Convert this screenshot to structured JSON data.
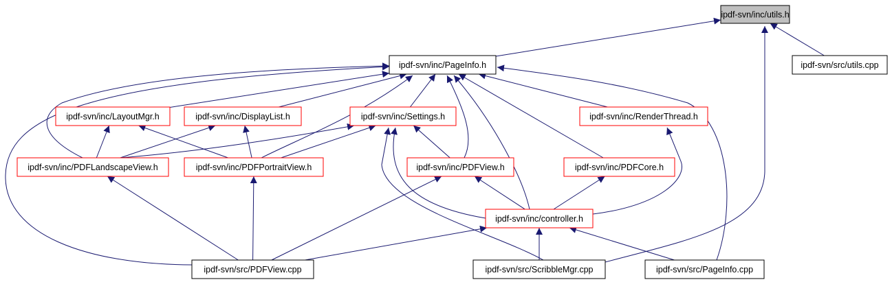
{
  "colors": {
    "edge": "#191970",
    "border_normal": "#000000",
    "border_linked": "#ff0000",
    "fill_focus": "#bfbfbf",
    "fill_normal": "#ffffff"
  },
  "nodes": [
    {
      "id": "utils_h",
      "label": "ipdf-svn/inc/utils.h",
      "style": "focus"
    },
    {
      "id": "src_utils_cpp",
      "label": "ipdf-svn/src/utils.cpp",
      "style": "normal"
    },
    {
      "id": "pageinfo_h",
      "label": "ipdf-svn/inc/PageInfo.h",
      "style": "normal"
    },
    {
      "id": "layoutmgr_h",
      "label": "ipdf-svn/inc/LayoutMgr.h",
      "style": "linked"
    },
    {
      "id": "displaylist_h",
      "label": "ipdf-svn/inc/DisplayList.h",
      "style": "linked"
    },
    {
      "id": "settings_h",
      "label": "ipdf-svn/inc/Settings.h",
      "style": "linked"
    },
    {
      "id": "renderthread_h",
      "label": "ipdf-svn/inc/RenderThread.h",
      "style": "linked"
    },
    {
      "id": "pdflandscapeview_h",
      "label": "ipdf-svn/inc/PDFLandscapeView.h",
      "style": "linked"
    },
    {
      "id": "pdfportraitview_h",
      "label": "ipdf-svn/inc/PDFPortraitView.h",
      "style": "linked"
    },
    {
      "id": "pdfview_h",
      "label": "ipdf-svn/inc/PDFView.h",
      "style": "linked"
    },
    {
      "id": "pdfcore_h",
      "label": "ipdf-svn/inc/PDFCore.h",
      "style": "linked"
    },
    {
      "id": "controller_h",
      "label": "ipdf-svn/inc/controller.h",
      "style": "linked"
    },
    {
      "id": "src_pdfview_cpp",
      "label": "ipdf-svn/src/PDFView.cpp",
      "style": "normal"
    },
    {
      "id": "src_scribblemgr_cpp",
      "label": "ipdf-svn/src/ScribbleMgr.cpp",
      "style": "normal"
    },
    {
      "id": "src_pageinfo_cpp",
      "label": "ipdf-svn/src/PageInfo.cpp",
      "style": "normal"
    }
  ],
  "edges": [
    {
      "from": "src_utils_cpp",
      "to": "utils_h"
    },
    {
      "from": "pageinfo_h",
      "to": "utils_h"
    },
    {
      "from": "src_scribblemgr_cpp",
      "to": "utils_h"
    },
    {
      "from": "layoutmgr_h",
      "to": "pageinfo_h"
    },
    {
      "from": "displaylist_h",
      "to": "pageinfo_h"
    },
    {
      "from": "settings_h",
      "to": "pageinfo_h"
    },
    {
      "from": "renderthread_h",
      "to": "pageinfo_h"
    },
    {
      "from": "pdflandscapeview_h",
      "to": "pageinfo_h"
    },
    {
      "from": "pdfportraitview_h",
      "to": "pageinfo_h"
    },
    {
      "from": "pdfview_h",
      "to": "pageinfo_h"
    },
    {
      "from": "pdfcore_h",
      "to": "pageinfo_h"
    },
    {
      "from": "controller_h",
      "to": "pageinfo_h"
    },
    {
      "from": "src_pdfview_cpp",
      "to": "pageinfo_h"
    },
    {
      "from": "src_pageinfo_cpp",
      "to": "pageinfo_h"
    },
    {
      "from": "pdflandscapeview_h",
      "to": "layoutmgr_h"
    },
    {
      "from": "pdfportraitview_h",
      "to": "layoutmgr_h"
    },
    {
      "from": "pdflandscapeview_h",
      "to": "displaylist_h"
    },
    {
      "from": "pdfportraitview_h",
      "to": "displaylist_h"
    },
    {
      "from": "pdflandscapeview_h",
      "to": "settings_h"
    },
    {
      "from": "pdfportraitview_h",
      "to": "settings_h"
    },
    {
      "from": "pdfview_h",
      "to": "settings_h"
    },
    {
      "from": "controller_h",
      "to": "settings_h"
    },
    {
      "from": "src_scribblemgr_cpp",
      "to": "settings_h"
    },
    {
      "from": "controller_h",
      "to": "renderthread_h"
    },
    {
      "from": "src_pdfview_cpp",
      "to": "pdflandscapeview_h"
    },
    {
      "from": "src_pdfview_cpp",
      "to": "pdfportraitview_h"
    },
    {
      "from": "src_pdfview_cpp",
      "to": "pdfview_h"
    },
    {
      "from": "controller_h",
      "to": "pdfview_h"
    },
    {
      "from": "controller_h",
      "to": "pdfcore_h"
    },
    {
      "from": "src_pdfview_cpp",
      "to": "controller_h"
    },
    {
      "from": "src_scribblemgr_cpp",
      "to": "controller_h"
    },
    {
      "from": "src_pageinfo_cpp",
      "to": "controller_h"
    }
  ]
}
